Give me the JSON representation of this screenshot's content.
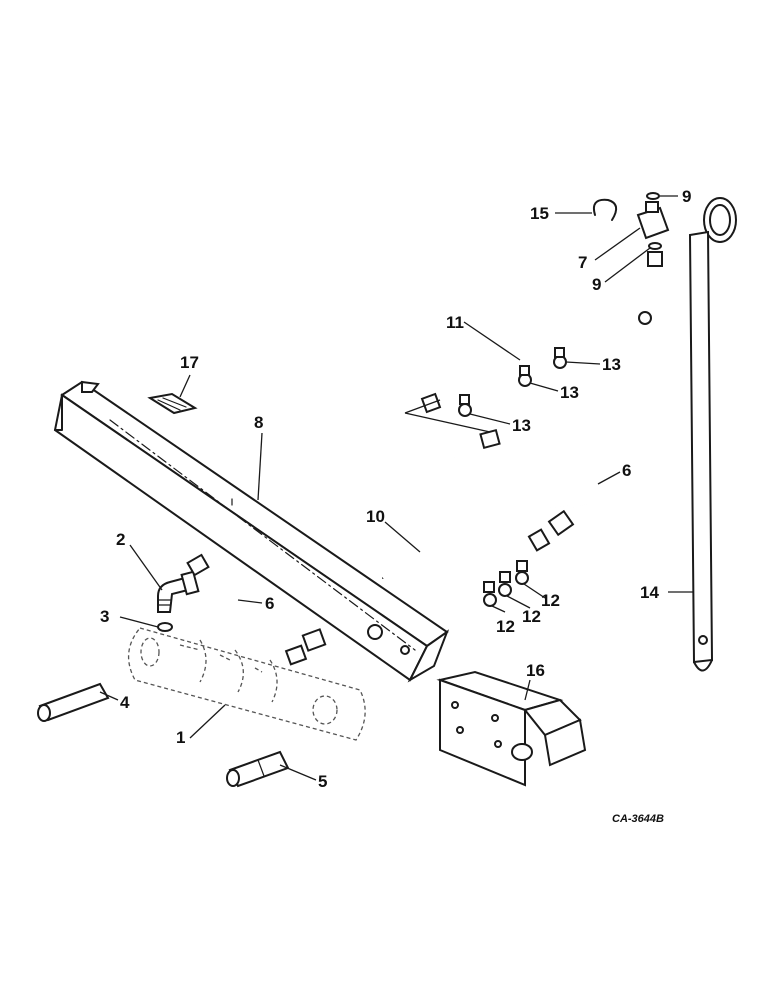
{
  "figure": {
    "reference_code": "CA-3644B"
  },
  "parts": {
    "p1": "1",
    "p2": "2",
    "p3": "3",
    "p4": "4",
    "p5": "5",
    "p6a": "6",
    "p6b": "6",
    "p7": "7",
    "p8": "8",
    "p9a": "9",
    "p9b": "9",
    "p10": "10",
    "p11": "11",
    "p12a": "12",
    "p12b": "12",
    "p12c": "12",
    "p13a": "13",
    "p13b": "13",
    "p13c": "13",
    "p14": "14",
    "p15": "15",
    "p16": "16",
    "p17": "17"
  },
  "colors": {
    "ink": "#1a1a1a",
    "paper": "#ffffff"
  }
}
